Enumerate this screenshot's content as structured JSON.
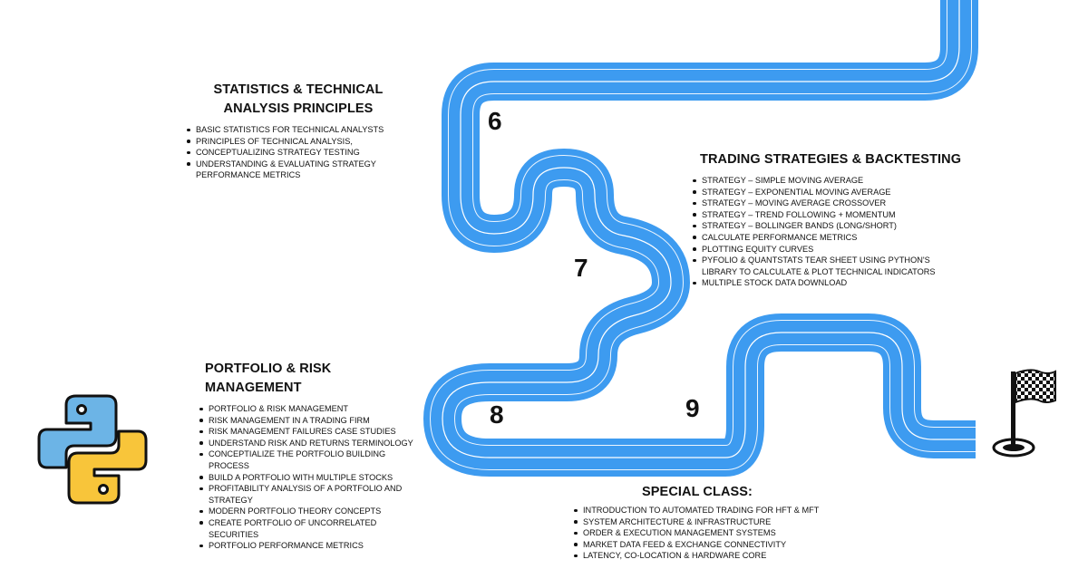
{
  "sections": {
    "stats": {
      "title": "STATISTICS & TECHNICAL ANALYSIS PRINCIPLES",
      "items": [
        "BASIC STATISTICS FOR TECHNICAL ANALYSTS",
        "PRINCIPLES OF TECHNICAL ANALYSIS,",
        "CONCEPTUALIZING STRATEGY TESTING",
        "UNDERSTANDING & EVALUATING STRATEGY PERFORMANCE METRICS"
      ]
    },
    "trading": {
      "title": "TRADING STRATEGIES & BACKTESTING",
      "items": [
        "STRATEGY – SIMPLE MOVING AVERAGE",
        "STRATEGY – EXPONENTIAL MOVING AVERAGE",
        "STRATEGY – MOVING AVERAGE CROSSOVER",
        "STRATEGY – TREND FOLLOWING + MOMENTUM",
        "STRATEGY – BOLLINGER BANDS (LONG/SHORT)",
        "CALCULATE PERFORMANCE METRICS",
        "PLOTTING EQUITY CURVES",
        "PYFOLIO & QUANTSTATS TEAR SHEET USING PYTHON'S LIBRARY TO CALCULATE & PLOT TECHNICAL INDICATORS",
        "MULTIPLE STOCK DATA DOWNLOAD"
      ]
    },
    "portfolio": {
      "title": "PORTFOLIO & RISK MANAGEMENT",
      "items": [
        "PORTFOLIO & RISK MANAGEMENT",
        "RISK MANAGEMENT IN A TRADING FIRM",
        "RISK MANAGEMENT FAILURES CASE STUDIES",
        "UNDERSTAND RISK AND RETURNS TERMINOLOGY",
        "CONCEPTIALIZE THE PORTFOLIO BUILDING PROCESS",
        "BUILD A PORTFOLIO WITH MULTIPLE STOCKS",
        "PROFITABILITY ANALYSIS OF A PORTFOLIO AND STRATEGY",
        "MODERN PORTFOLIO THEORY CONCEPTS",
        "CREATE PORTFOLIO OF UNCORRELATED SECURITIES",
        "PORTFOLIO PERFORMANCE METRICS"
      ]
    },
    "special": {
      "title": "SPECIAL CLASS:",
      "items": [
        "INTRODUCTION TO AUTOMATED TRADING FOR HFT & MFT",
        "SYSTEM ARCHITECTURE & INFRASTRUCTURE",
        "ORDER & EXECUTION MANAGEMENT SYSTEMS",
        "MARKET DATA FEED & EXCHANGE CONNECTIVITY",
        "LATENCY, CO-LOCATION & HARDWARE CORE"
      ]
    }
  },
  "steps": {
    "six": "6",
    "seven": "7",
    "eight": "8",
    "nine": "9"
  },
  "icons": {
    "start": "python-logo-icon",
    "finish": "checkered-flag-icon"
  },
  "colors": {
    "road": "#3d9bf0",
    "road_line": "#ffffff",
    "python_blue": "#6cb4e6",
    "python_yellow": "#f8c53a",
    "text": "#111111"
  }
}
